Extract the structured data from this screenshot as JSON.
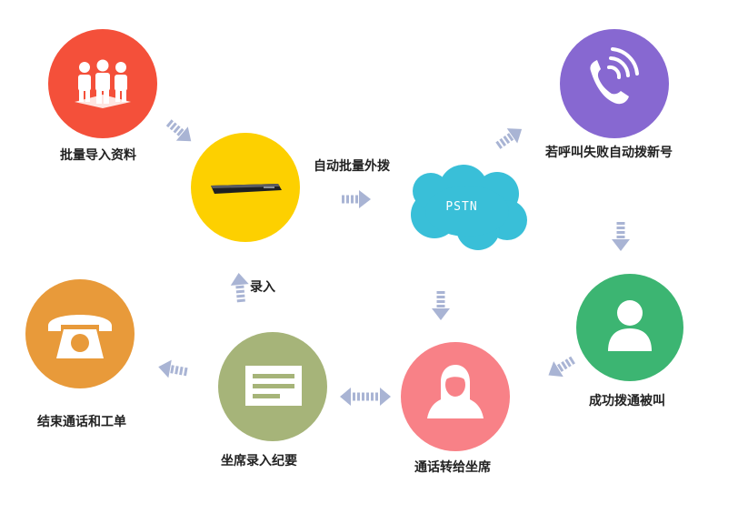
{
  "nodes": {
    "import": {
      "label": "批量导入资料",
      "icon": "people-icon",
      "color": "#f4503a"
    },
    "server": {
      "label": "自动批量外拨",
      "icon": "server-icon",
      "color": "#fdd000"
    },
    "pstn": {
      "label": "PSTN",
      "icon": "cloud-icon",
      "color": "#39bfd8"
    },
    "retry": {
      "label": "若呼叫失败自动拨新号",
      "icon": "phone-call-icon",
      "color": "#8768d1"
    },
    "success": {
      "label": "成功拨通被叫",
      "icon": "person-icon",
      "color": "#3cb572"
    },
    "transfer": {
      "label": "通话转给坐席",
      "icon": "agent-icon",
      "color": "#f88187"
    },
    "record": {
      "label": "坐席录入纪要",
      "icon": "document-icon",
      "color": "#a6b479"
    },
    "end": {
      "label": "结束通话和工单",
      "icon": "telephone-icon",
      "color": "#e89a3a"
    }
  },
  "edges": {
    "record_to_server": {
      "label": "录入"
    }
  },
  "arrow_color": "#a9b4d4"
}
